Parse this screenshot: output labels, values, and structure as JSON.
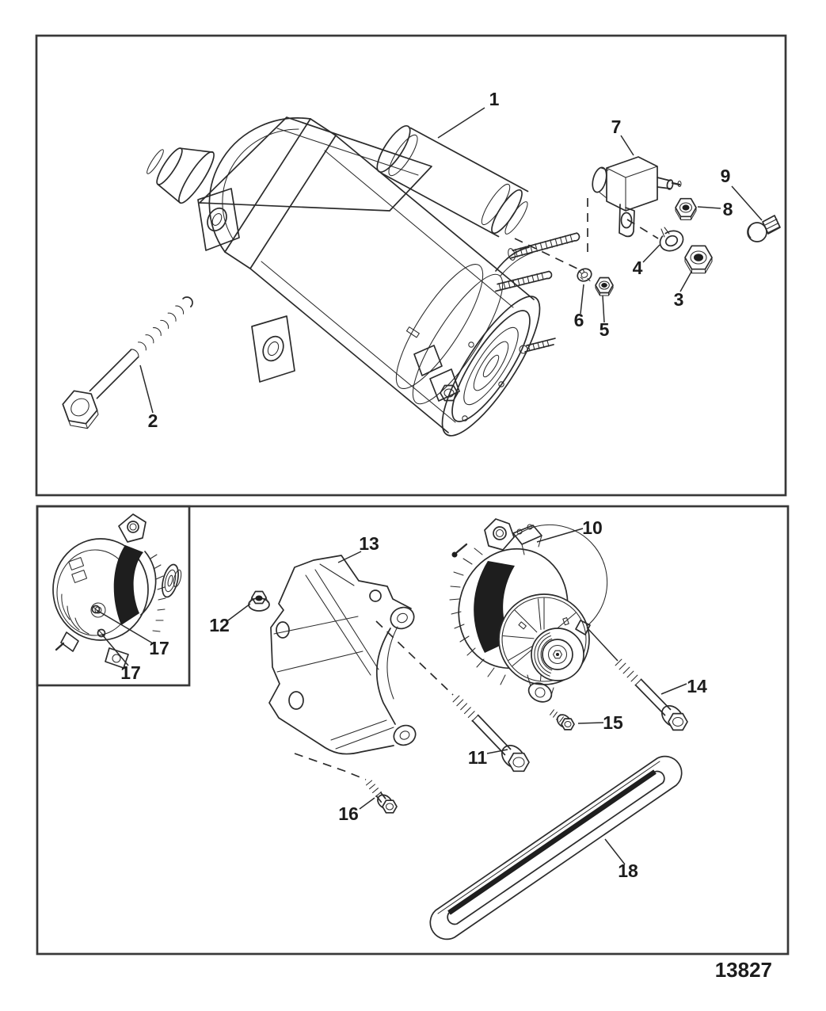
{
  "figure_number": "13827",
  "top_panel": {
    "callouts": [
      "1",
      "2",
      "3",
      "4",
      "5",
      "6",
      "7",
      "8",
      "9"
    ]
  },
  "bottom_panel": {
    "callouts": [
      "10",
      "11",
      "12",
      "13",
      "14",
      "15",
      "16",
      "17",
      "17",
      "18"
    ]
  }
}
